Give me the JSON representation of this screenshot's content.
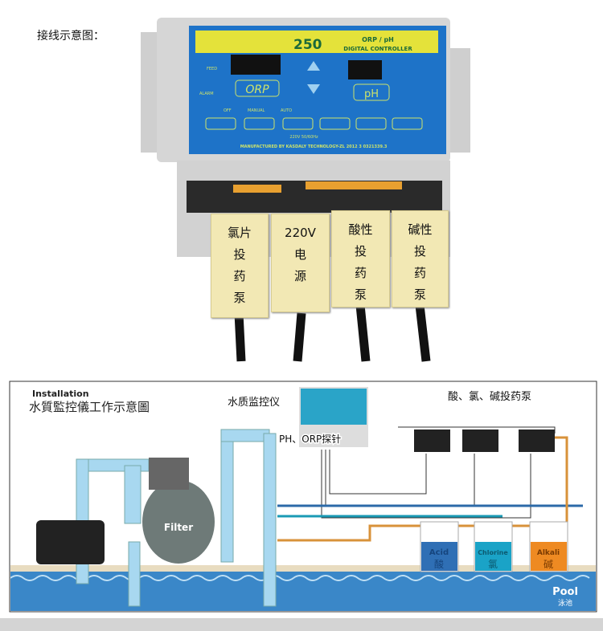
{
  "caption": "接线示意图：",
  "controller": {
    "model": "250",
    "title1": "ORP / pH",
    "title2": "DIGITAL CONTROLLER",
    "orp_key": "ORP",
    "ph_key": "pH",
    "feed": "FEED",
    "alarm": "ALARM",
    "off": "OFF",
    "manual": "MANUAL",
    "auto": "AUTO",
    "power": "220V 50/60Hz",
    "maker": "MANUFACTURED BY KASDALY TECHNOLOGY-ZL 2012 3 0321339.3"
  },
  "labels": [
    {
      "lines": [
        "氯片",
        "投",
        "药",
        "泵"
      ]
    },
    {
      "lines": [
        "220V",
        "电",
        "源"
      ]
    },
    {
      "lines": [
        "酸性",
        "投",
        "药",
        "泵"
      ]
    },
    {
      "lines": [
        "碱性",
        "投",
        "药",
        "泵"
      ]
    }
  ],
  "diagram": {
    "title_en": "Installation",
    "title_cn": "水質監控儀工作示意圖",
    "monitor_label": "水质监控仪",
    "probe_label": "PH、ORP探针",
    "pumps_label": "酸、氯、碱投药泵",
    "filter": "Filter",
    "tanks": [
      {
        "en": "Acid",
        "cn": "酸",
        "color": "#2f6fb5"
      },
      {
        "en": "Chlorine",
        "cn": "氯",
        "color": "#1aa3c7"
      },
      {
        "en": "Alkali",
        "cn": "碱",
        "color": "#ee8a22"
      }
    ],
    "pool_en": "Pool",
    "pool_cn": "泳池"
  }
}
